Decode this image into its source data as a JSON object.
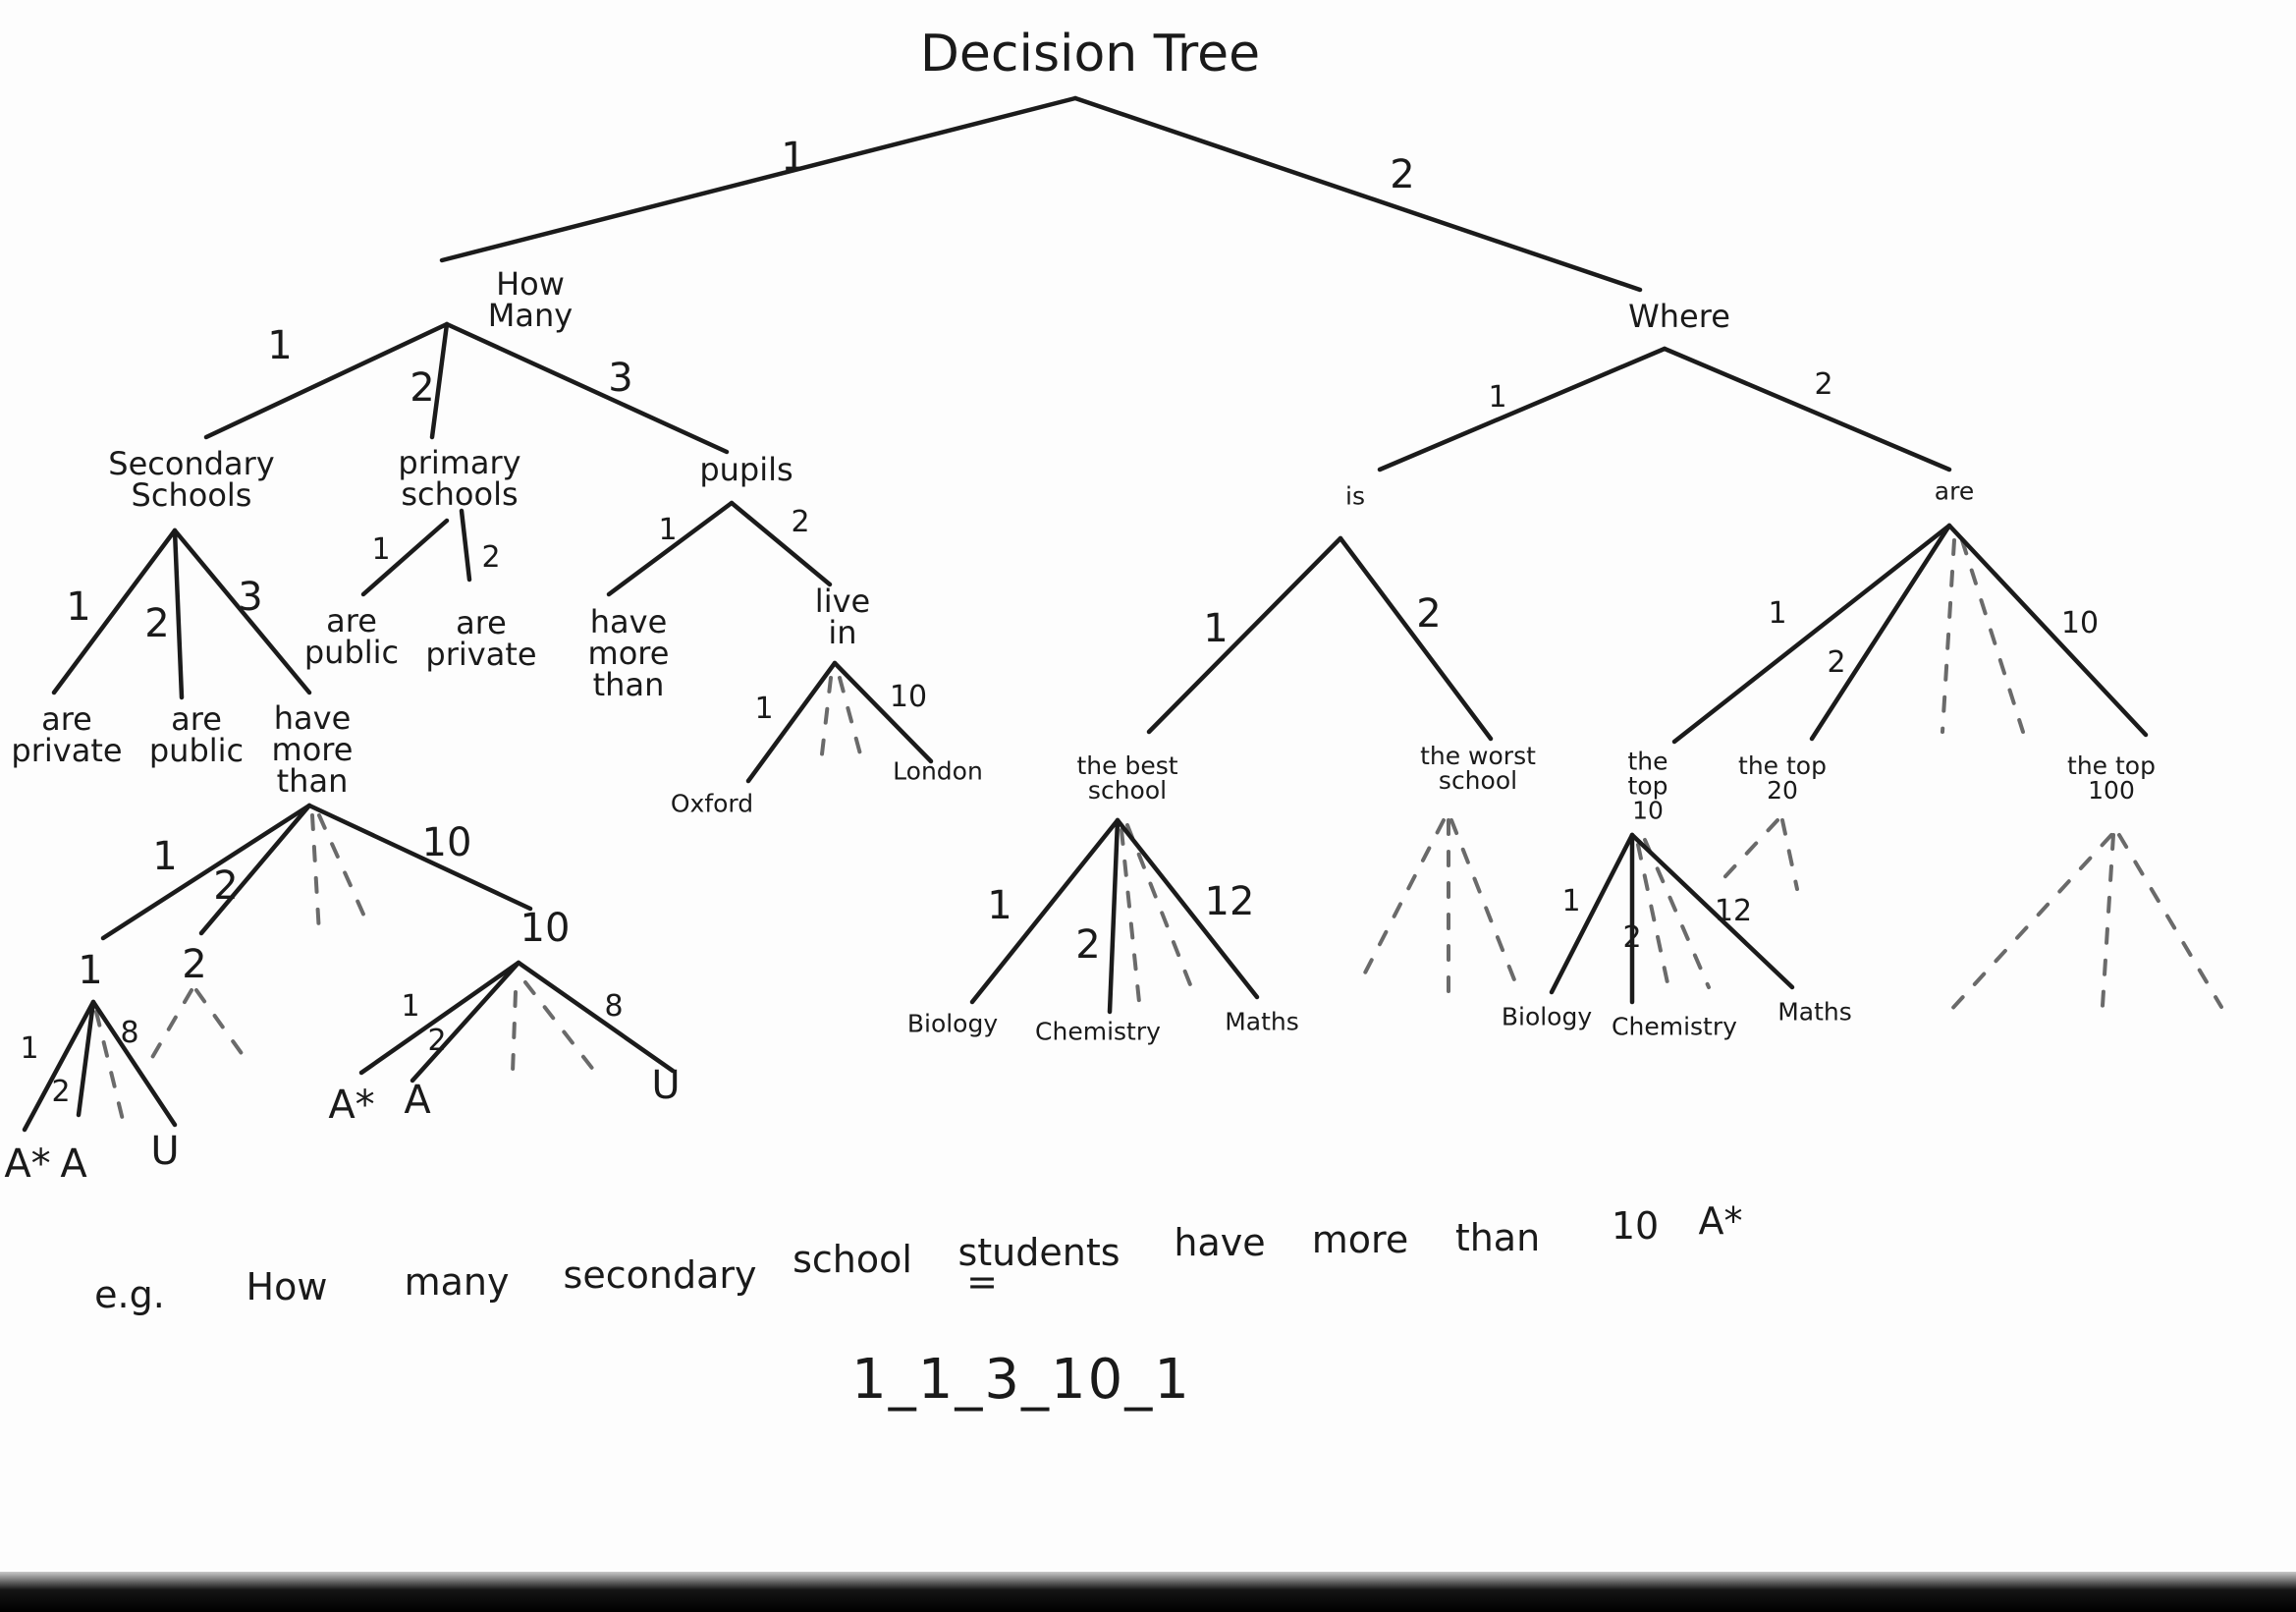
{
  "title": "Decision Tree",
  "root_branches": {
    "one": "1",
    "two": "2"
  },
  "how_many": {
    "label": "How\nMany",
    "branches": {
      "one": "1",
      "two": "2",
      "three": "3"
    },
    "secondary": {
      "label": "Secondary\nSchools",
      "branches": {
        "one": "1",
        "two": "2",
        "three": "3"
      },
      "leaves": {
        "private": "are\nprivate",
        "public": "are\npublic",
        "more": "have\nmore\nthan"
      },
      "more_branches": {
        "one": "1",
        "two": "2",
        "ten": "10"
      },
      "count_nodes": {
        "one": "1",
        "two": "2",
        "ten": "10"
      },
      "sub1": {
        "branches": {
          "one": "1",
          "two": "2",
          "eight": "8"
        },
        "leaves": {
          "astar": "A*",
          "a": "A",
          "u": "U"
        }
      },
      "sub10": {
        "branches": {
          "one": "1",
          "two": "2",
          "eight": "8"
        },
        "leaves": {
          "astar": "A*",
          "a": "A",
          "u": "U"
        }
      }
    },
    "primary": {
      "label": "primary\nschools",
      "branches": {
        "one": "1",
        "two": "2"
      },
      "leaves": {
        "public": "are\npublic",
        "private": "are\nprivate"
      }
    },
    "pupils": {
      "label": "pupils",
      "branches": {
        "one": "1",
        "two": "2"
      },
      "leaves": {
        "more": "have\nmore\nthan",
        "live": "live\nin"
      },
      "live_branches": {
        "one": "1",
        "ten": "10"
      },
      "live_leaves": {
        "oxford": "Oxford",
        "london": "London"
      }
    }
  },
  "where": {
    "label": "Where",
    "branches": {
      "one": "1",
      "two": "2"
    },
    "is": {
      "label": "is",
      "branches": {
        "one": "1",
        "two": "2"
      },
      "best": {
        "label": "the best\nschool",
        "branches": {
          "one": "1",
          "two": "2",
          "twelve": "12"
        },
        "leaves": {
          "biology": "Biology",
          "chemistry": "Chemistry",
          "maths": "Maths"
        }
      },
      "worst": {
        "label": "the worst\nschool"
      }
    },
    "are": {
      "label": "are",
      "branches": {
        "one": "1",
        "two": "2",
        "ten": "10"
      },
      "top10": {
        "label": "the\ntop\n10",
        "branches": {
          "one": "1",
          "two": "2",
          "twelve": "12"
        },
        "leaves": {
          "biology": "Biology",
          "chemistry": "Chemistry",
          "maths": "Maths"
        }
      },
      "top20": {
        "label": "the top\n20"
      },
      "top100": {
        "label": "the top\n100"
      }
    }
  },
  "example": {
    "prefix": "e.g.",
    "w1": "How",
    "w2": "many",
    "w3": "secondary",
    "w4": "school",
    "w5": "students",
    "w6": "have",
    "w7": "more",
    "w8": "than",
    "w9": "10",
    "w10": "A*",
    "equals": "=",
    "code": "1_1_3_10_1"
  }
}
